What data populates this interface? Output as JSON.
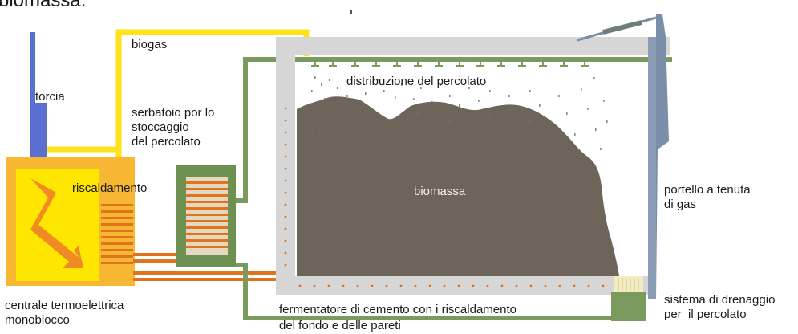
{
  "top_caption": "biomassa.",
  "labels": {
    "biogas": "biogas",
    "torcia": "torcia",
    "serbatoio": "serbatoio por lo\nstoccaggio\ndel percolato",
    "riscaldamento": "riscaldamento",
    "distribuzione": "distribuzione del percolato",
    "biomassa": "biomassa",
    "portello": "portello a tenuta\ndi gas",
    "centrale": "centrale termoelettrica\nmonoblocco",
    "fermentatore": "fermentatore di cemento con i riscaldamento\ndel fondo e delle pareti",
    "drenaggio": "sistema di drenaggio\nper  il percolato"
  },
  "colors": {
    "biogas_pipe": "#ffe21a",
    "torch": "#5a6fd0",
    "power_plant_outer": "#f7b733",
    "power_plant_inner": "#ffe600",
    "heating_pipes": "#e0741c",
    "percolate_pipe": "#7a9a5e",
    "tank": "#6e9152",
    "concrete_wall": "#d6d6d6",
    "biomass": "#6e655a",
    "door": "#7a8ea8",
    "drainage": "#f2ecc0"
  }
}
